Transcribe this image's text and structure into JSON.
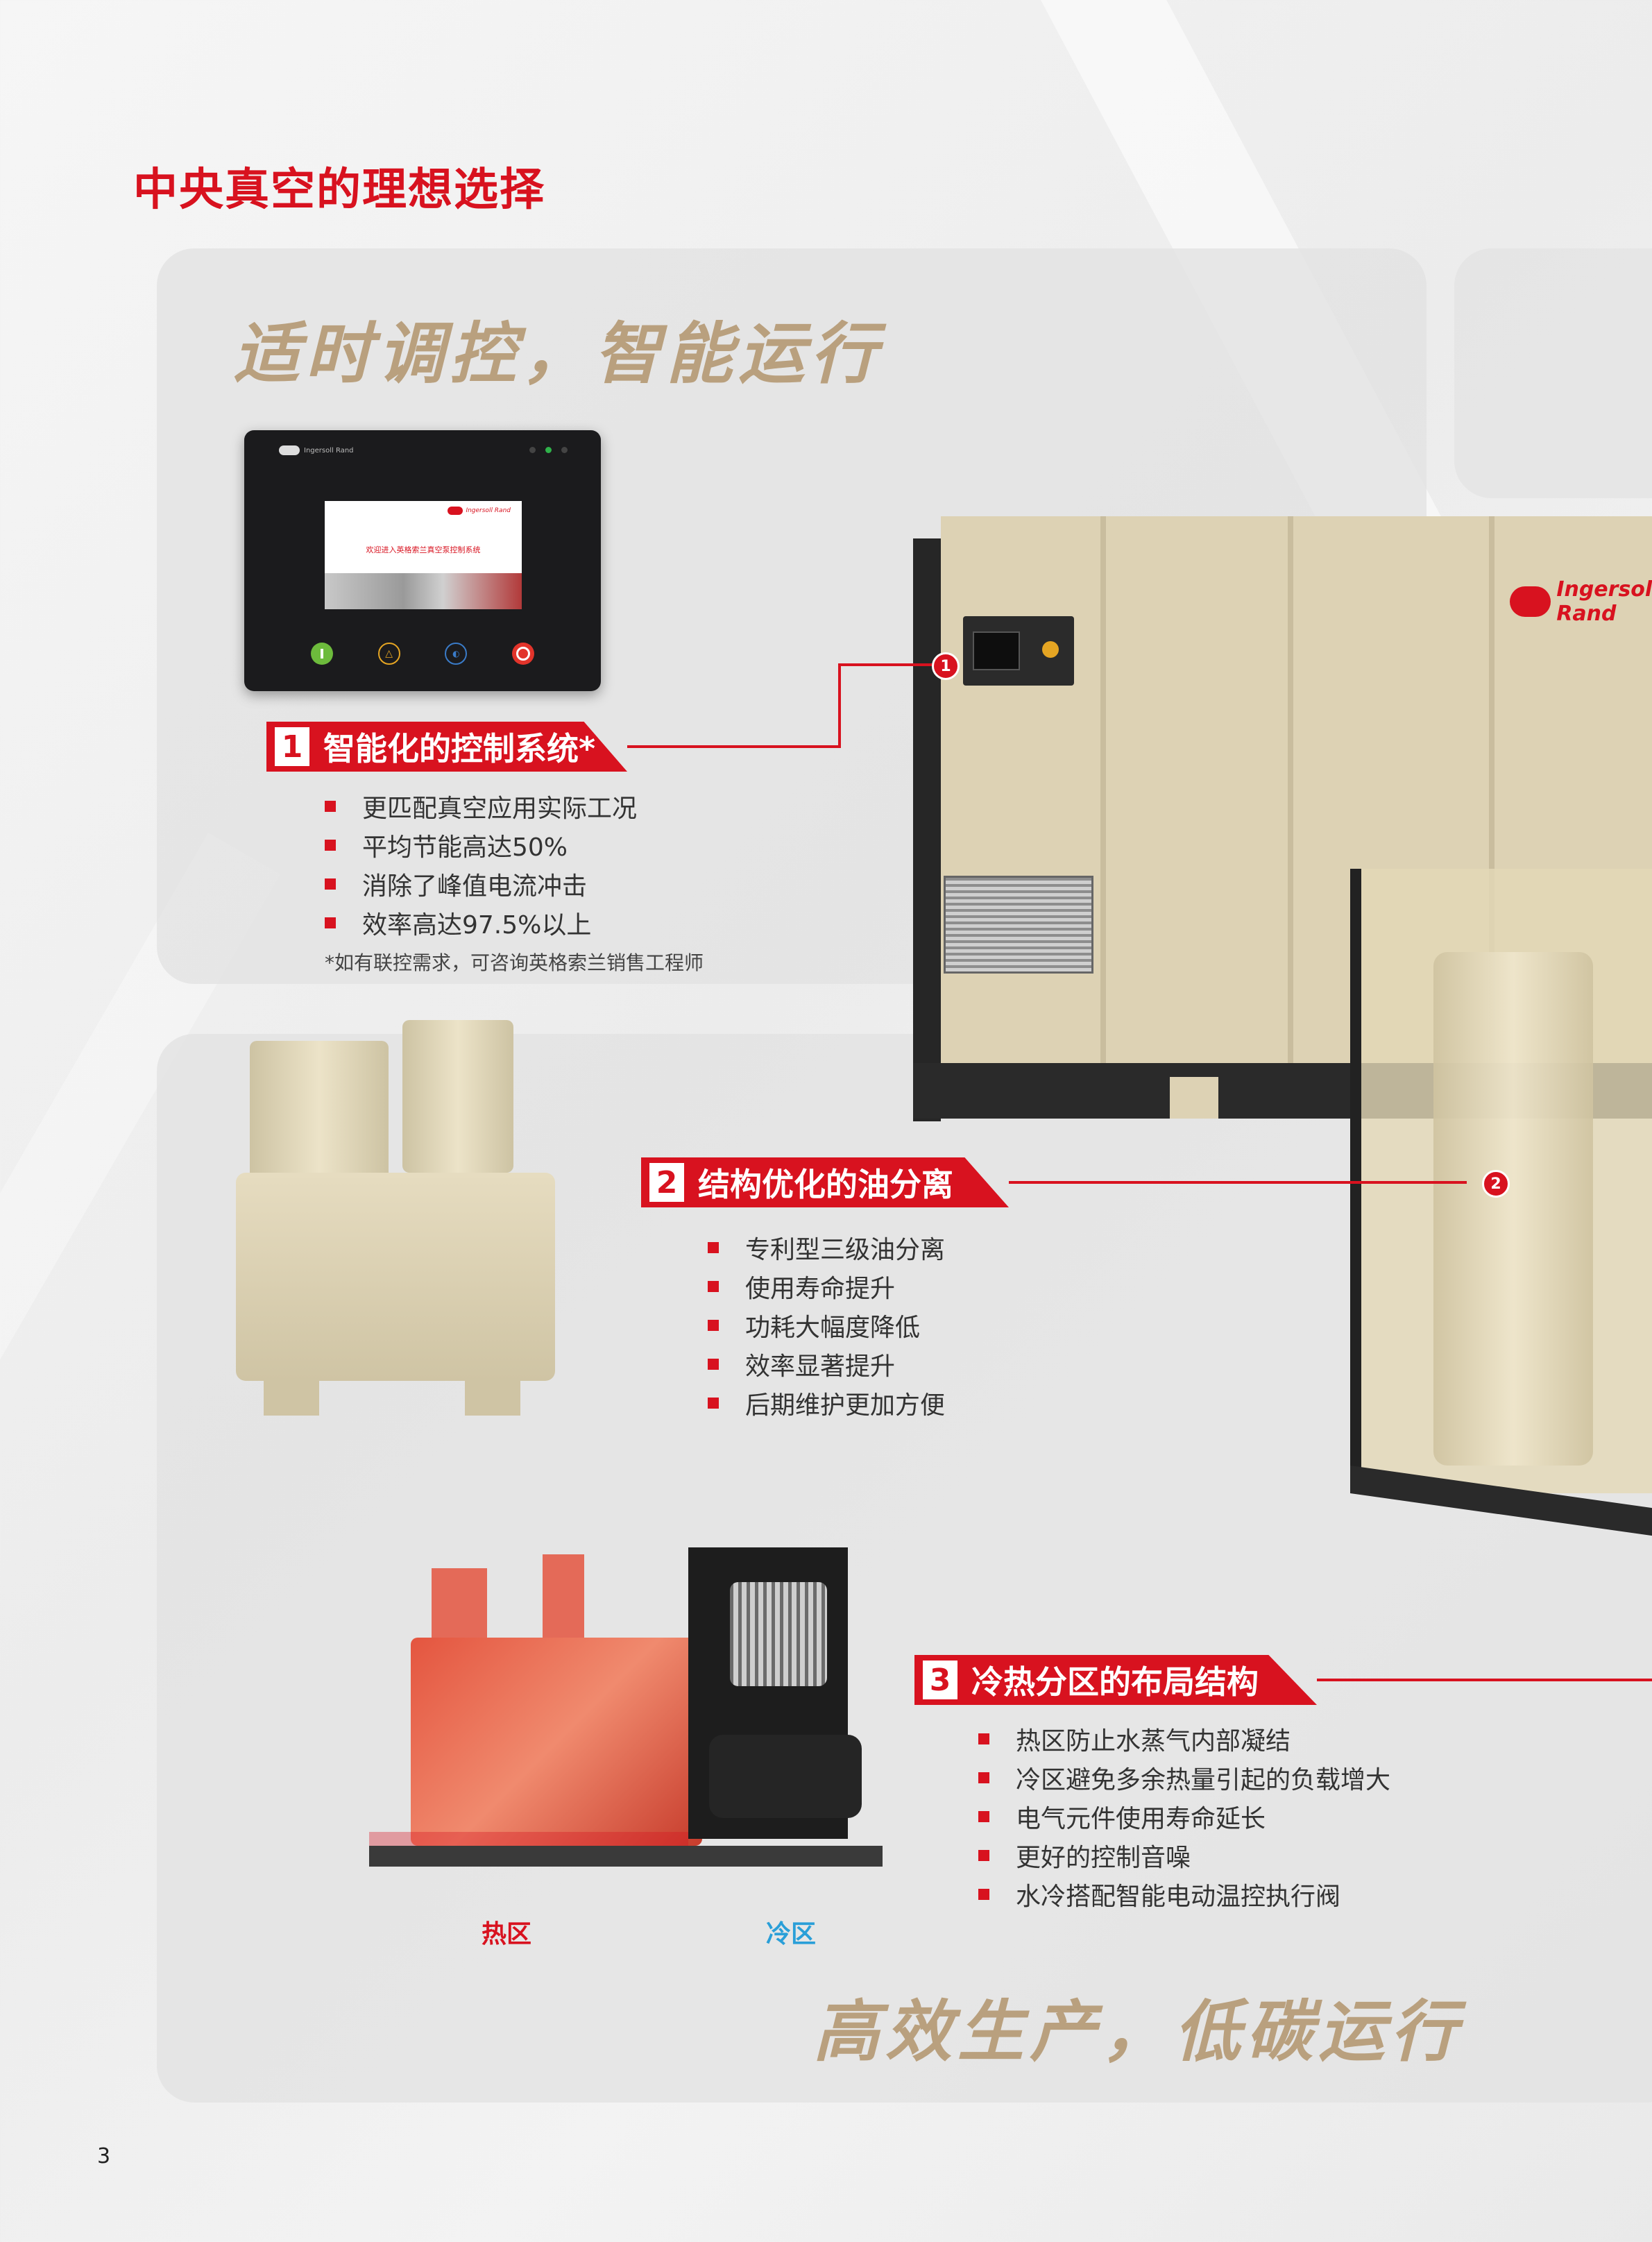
{
  "page": {
    "heading": "中央真空的理想选择",
    "tagline_top": "适时调控，智能运行",
    "tagline_bottom": "高效生产，低碳运行",
    "page_number": "3"
  },
  "controller": {
    "brand": "Ingersoll Rand",
    "welcome": "欢迎进入英格索兰真空泵控制系统"
  },
  "machine": {
    "brand": "Ingersoll Rand"
  },
  "sections": [
    {
      "number": "1",
      "title": "智能化的控制系统*",
      "bullets": [
        "更匹配真空应用实际工况",
        "平均节能高达50%",
        "消除了峰值电流冲击",
        "效率高达97.5%以上"
      ],
      "footnote": "*如有联控需求，可咨询英格索兰销售工程师"
    },
    {
      "number": "2",
      "title": "结构优化的油分离",
      "bullets": [
        "专利型三级油分离",
        "使用寿命提升",
        "功耗大幅度降低",
        "效率显著提升",
        "后期维护更加方便"
      ]
    },
    {
      "number": "3",
      "title": "冷热分区的布局结构",
      "bullets": [
        "热区防止水蒸气内部凝结",
        "冷区避免多余热量引起的负载增大",
        "电气元件使用寿命延长",
        "更好的控制音噪",
        "水冷搭配智能电动温控执行阀"
      ]
    }
  ],
  "zones": {
    "hot": "热区",
    "cold": "冷区"
  },
  "colors": {
    "accent": "#d8121f",
    "gold": "#b9a07e",
    "beige": "#ddd2b4",
    "cold_blue": "#2a9fd8"
  },
  "icons": [
    "ir-logo-icon",
    "power-icon",
    "warning-icon",
    "mute-icon",
    "stop-icon"
  ]
}
